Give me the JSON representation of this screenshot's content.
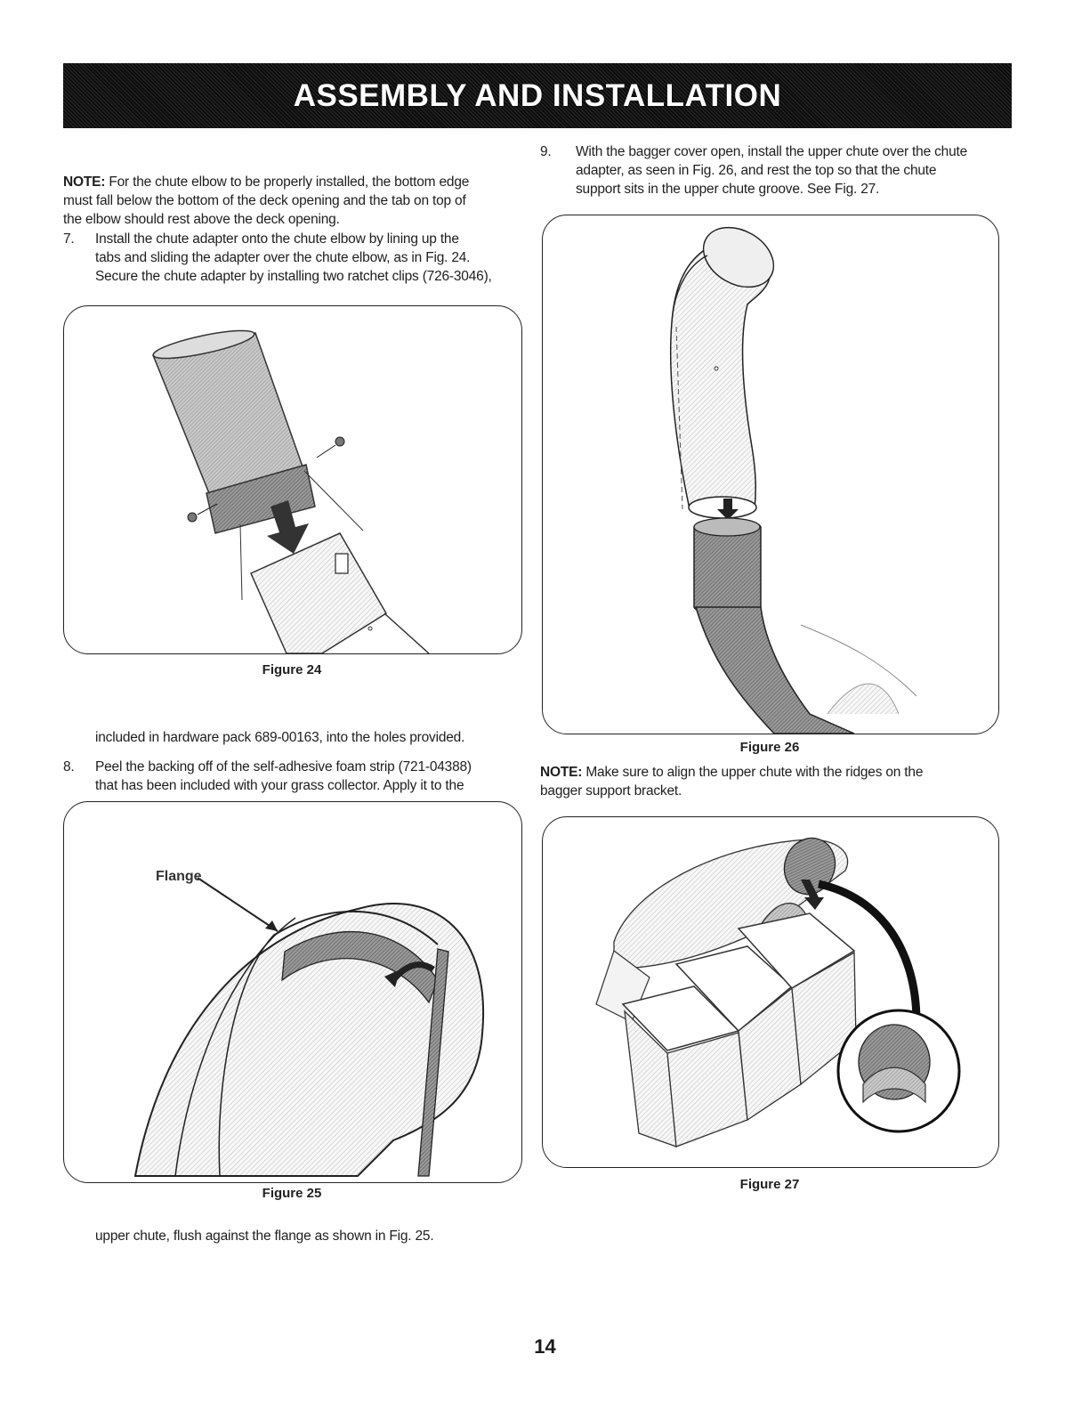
{
  "header": {
    "title": "ASSEMBLY AND INSTALLATION"
  },
  "left": {
    "note_label": "NOTE:",
    "note_lines": [
      "For the chute elbow to be properly installed, the bottom edge",
      "must fall below the bottom of the deck opening and the tab on top of",
      "the elbow should rest above the deck opening."
    ],
    "step7_num": "7.",
    "step7_lines": [
      "Install the chute adapter onto the chute elbow by lining up the",
      "tabs and sliding the adapter over the chute elbow, as in Fig. 24.",
      "Secure the chute adapter by installing two ratchet clips (726-3046),"
    ],
    "figure24_caption": "Figure 24",
    "cont_line": "included in hardware pack 689-00163, into the holes provided.",
    "step8_num": "8.",
    "step8_lines": [
      "Peel the backing off of the self-adhesive foam strip (721-04388)",
      "that has been included with your grass collector. Apply it to the"
    ],
    "figure25_label": "Flange",
    "figure25_caption": "Figure 25",
    "cont_line2": "upper chute, flush against the flange as shown in Fig. 25."
  },
  "right": {
    "step9_num": "9.",
    "step9_lines": [
      "With the bagger cover open, install the upper chute over the chute",
      "adapter, as seen in Fig. 26, and rest the top so that the chute",
      "support sits in the upper chute groove. See Fig. 27."
    ],
    "figure26_caption": "Figure 26",
    "note_label": "NOTE:",
    "note_lines": [
      "Make sure to align the upper chute with the ridges on the",
      "bagger support bracket."
    ],
    "figure27_caption": "Figure 27"
  },
  "footer": {
    "page_number": "14"
  }
}
